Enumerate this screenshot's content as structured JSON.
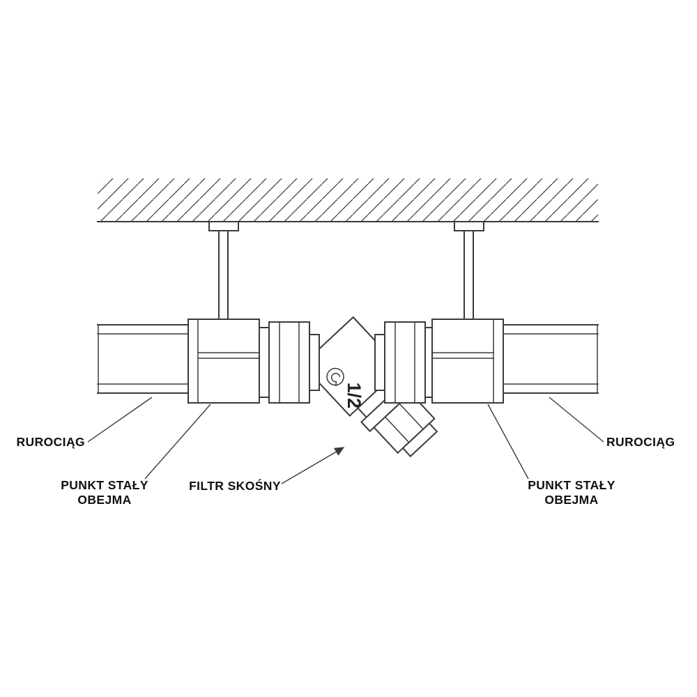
{
  "labels": {
    "pipe_left": "RUROCIĄG",
    "pipe_right": "RUROCIĄG",
    "fixed_point_left": {
      "line1": "PUNKT STAŁY",
      "line2": "OBEJMA"
    },
    "fixed_point_right": {
      "line1": "PUNKT STAŁY",
      "line2": "OBEJMA"
    },
    "strainer": "FILTR SKOŚNY",
    "size_marking": "1/2"
  },
  "colors": {
    "line": "#3a3a3a",
    "text": "#111111",
    "background": "#ffffff"
  }
}
